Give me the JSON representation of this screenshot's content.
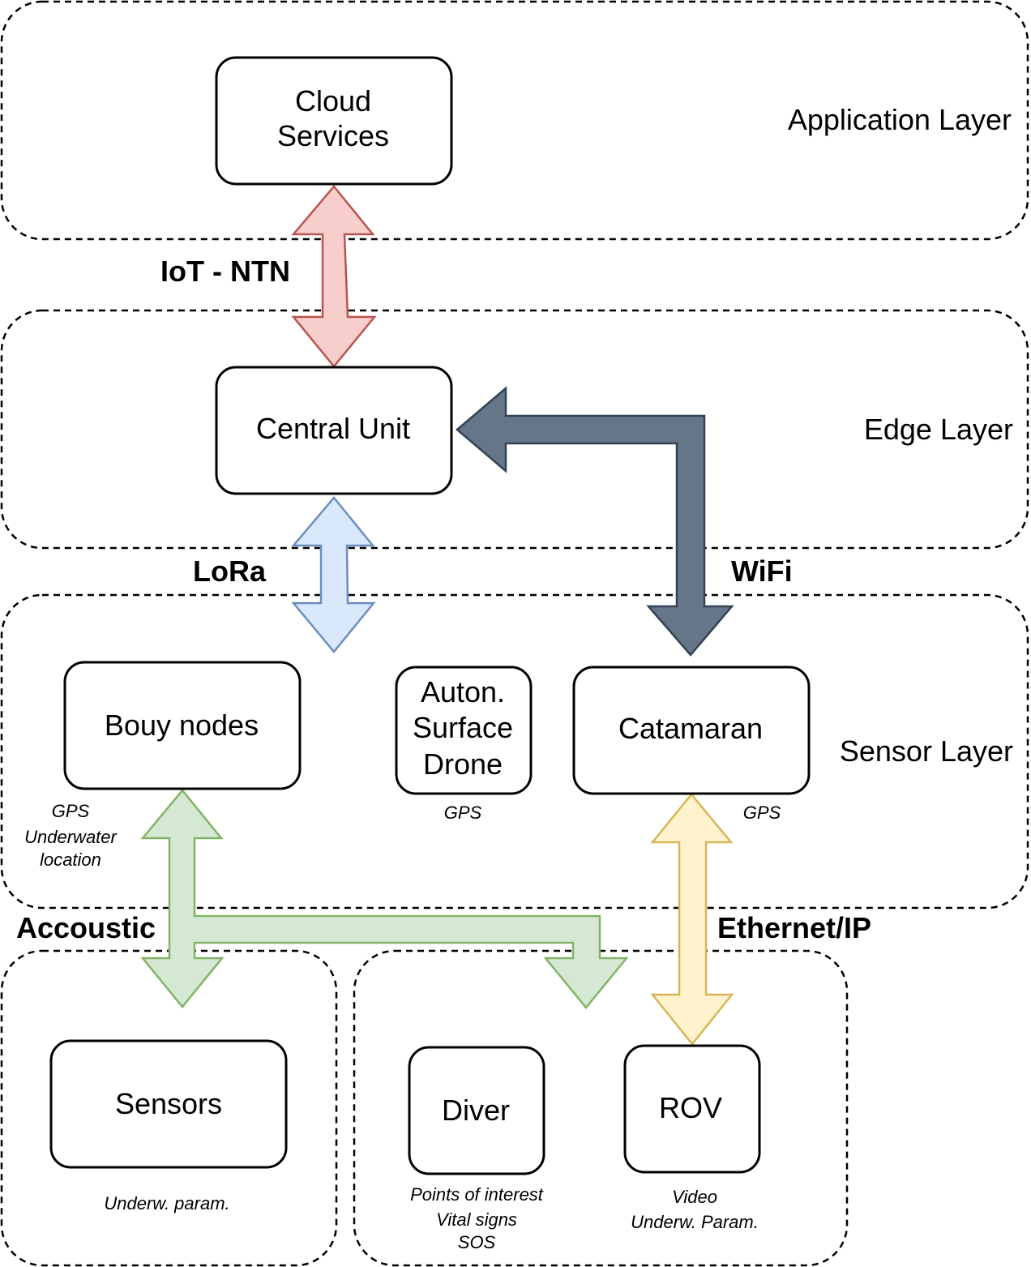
{
  "layers": {
    "application": "Application Layer",
    "edge": "Edge Layer",
    "sensor": "Sensor Layer"
  },
  "nodes": {
    "cloud": [
      "Cloud",
      "Services"
    ],
    "central": "Central Unit",
    "buoy": "Bouy nodes",
    "drone": [
      "Auton.",
      "Surface",
      "Drone"
    ],
    "catamaran": "Catamaran",
    "sensors": "Sensors",
    "diver": "Diver",
    "rov": "ROV"
  },
  "links": {
    "iot_ntn": "IoT - NTN",
    "lora": "LoRa",
    "wifi": "WiFi",
    "acoustic": "Accoustic",
    "ethernet": "Ethernet/IP"
  },
  "notes": {
    "buoy": [
      "GPS",
      "Underwater",
      "location"
    ],
    "drone": "GPS",
    "catamaran": "GPS",
    "sensors": "Underw. param.",
    "diver": [
      "Points of interest",
      "Vital signs",
      "SOS"
    ],
    "rov": [
      "Video",
      "Underw. Param."
    ]
  },
  "colors": {
    "iot_fill": "#f8cecc",
    "iot_stroke": "#b85450",
    "lora_fill": "#dae8fc",
    "lora_stroke": "#6c8ebf",
    "wifi_fill": "#647687",
    "wifi_stroke": "#314354",
    "acoustic_fill": "#d5e8d4",
    "acoustic_stroke": "#82b366",
    "ethernet_fill": "#fff2cc",
    "ethernet_stroke": "#d6b656"
  }
}
